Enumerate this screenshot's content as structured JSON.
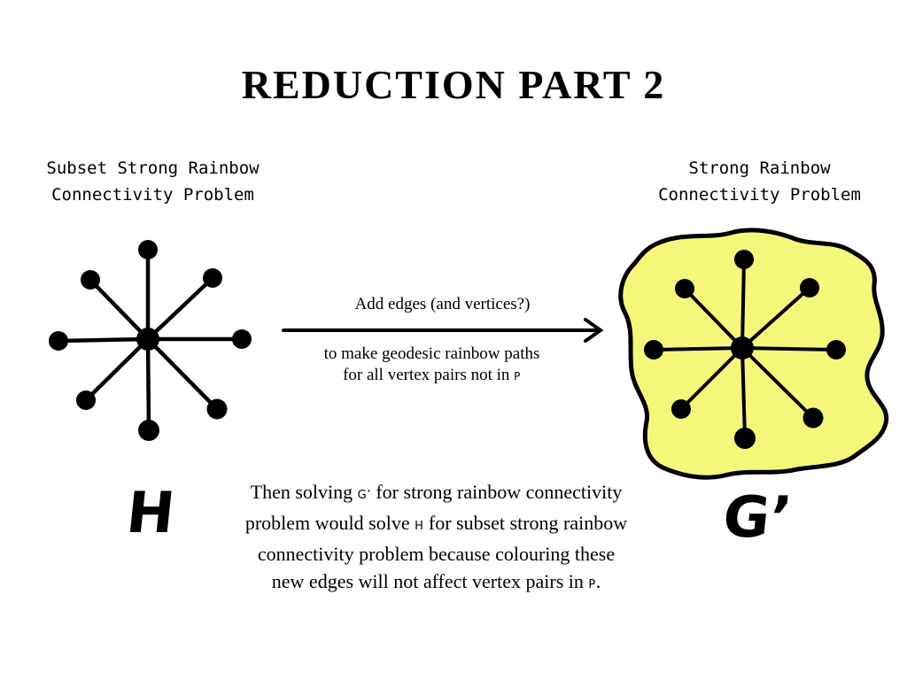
{
  "slide": {
    "title": "Reduction Part 2",
    "left_label": {
      "line1": "Subset Strong Rainbow",
      "line2": "Connectivity Problem"
    },
    "right_label": {
      "line1": "Strong Rainbow",
      "line2": "Connectivity Problem"
    },
    "arrow": {
      "top_text": "Add edges (and vertices?)",
      "bottom_line1": "to make geodesic rainbow paths",
      "bottom_line2_prefix": "for all vertex pairs not in",
      "bottom_line2_symbol": "P"
    },
    "left_graph_letter": "H",
    "right_graph_letter": "G’",
    "body": {
      "seg1": "Then solving",
      "sym1": "G’",
      "seg2": "for strong rainbow connectivity problem would solve",
      "sym2": "H",
      "seg3": "for subset strong rainbow connectivity problem because colouring these new edges will not affect vertex pairs in",
      "sym3": "P",
      "seg4": "."
    },
    "colors": {
      "blob_fill": "#f5f77a",
      "ink": "#000000",
      "background": "#ffffff"
    },
    "icons": {
      "left_graph": "star-graph-8-leaves",
      "right_graph": "star-graph-8-leaves-on-yellow-blob",
      "arrow": "right-arrow"
    }
  }
}
